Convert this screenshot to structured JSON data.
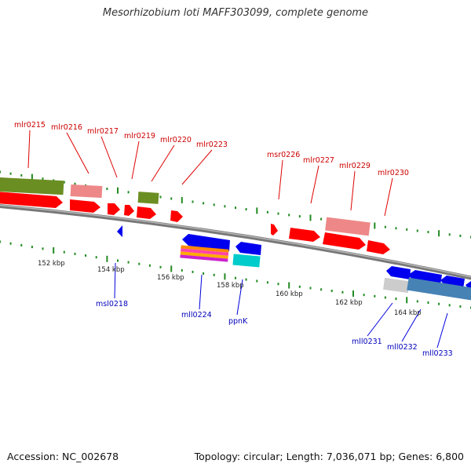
{
  "title": "Mesorhizobium loti MAFF303099, complete genome",
  "footer": {
    "accession": "Accession: NC_002678",
    "summary": "Topology: circular; Length: 7,036,071 bp; Genes: 6,800"
  },
  "colors": {
    "forward_gene": "#ff0000",
    "forward_label": "#cc0000",
    "reverse_gene": "#0000ee",
    "reverse_label": "#0000bb",
    "rna_pink": "#ee8888",
    "olive": "#6b8e23",
    "cyan": "#00cccc",
    "steel_blue": "#4682b4",
    "tick_green": "#228b22",
    "backbone": "#888888"
  },
  "forward_labels": [
    "mlr0215",
    "mlr0216",
    "mlr0217",
    "mlr0219",
    "mlr0220",
    "mlr0223",
    "msr0226",
    "mlr0227",
    "mlr0229",
    "mlr0230"
  ],
  "reverse_labels": [
    "msl0218",
    "mll0224",
    "ppnK",
    "mll0231",
    "mll0232",
    "mll0233"
  ],
  "position_labels": [
    "152 kbp",
    "154 kbp",
    "156 kbp",
    "158 kbp",
    "160 kbp",
    "162 kbp",
    "164 kbp"
  ]
}
